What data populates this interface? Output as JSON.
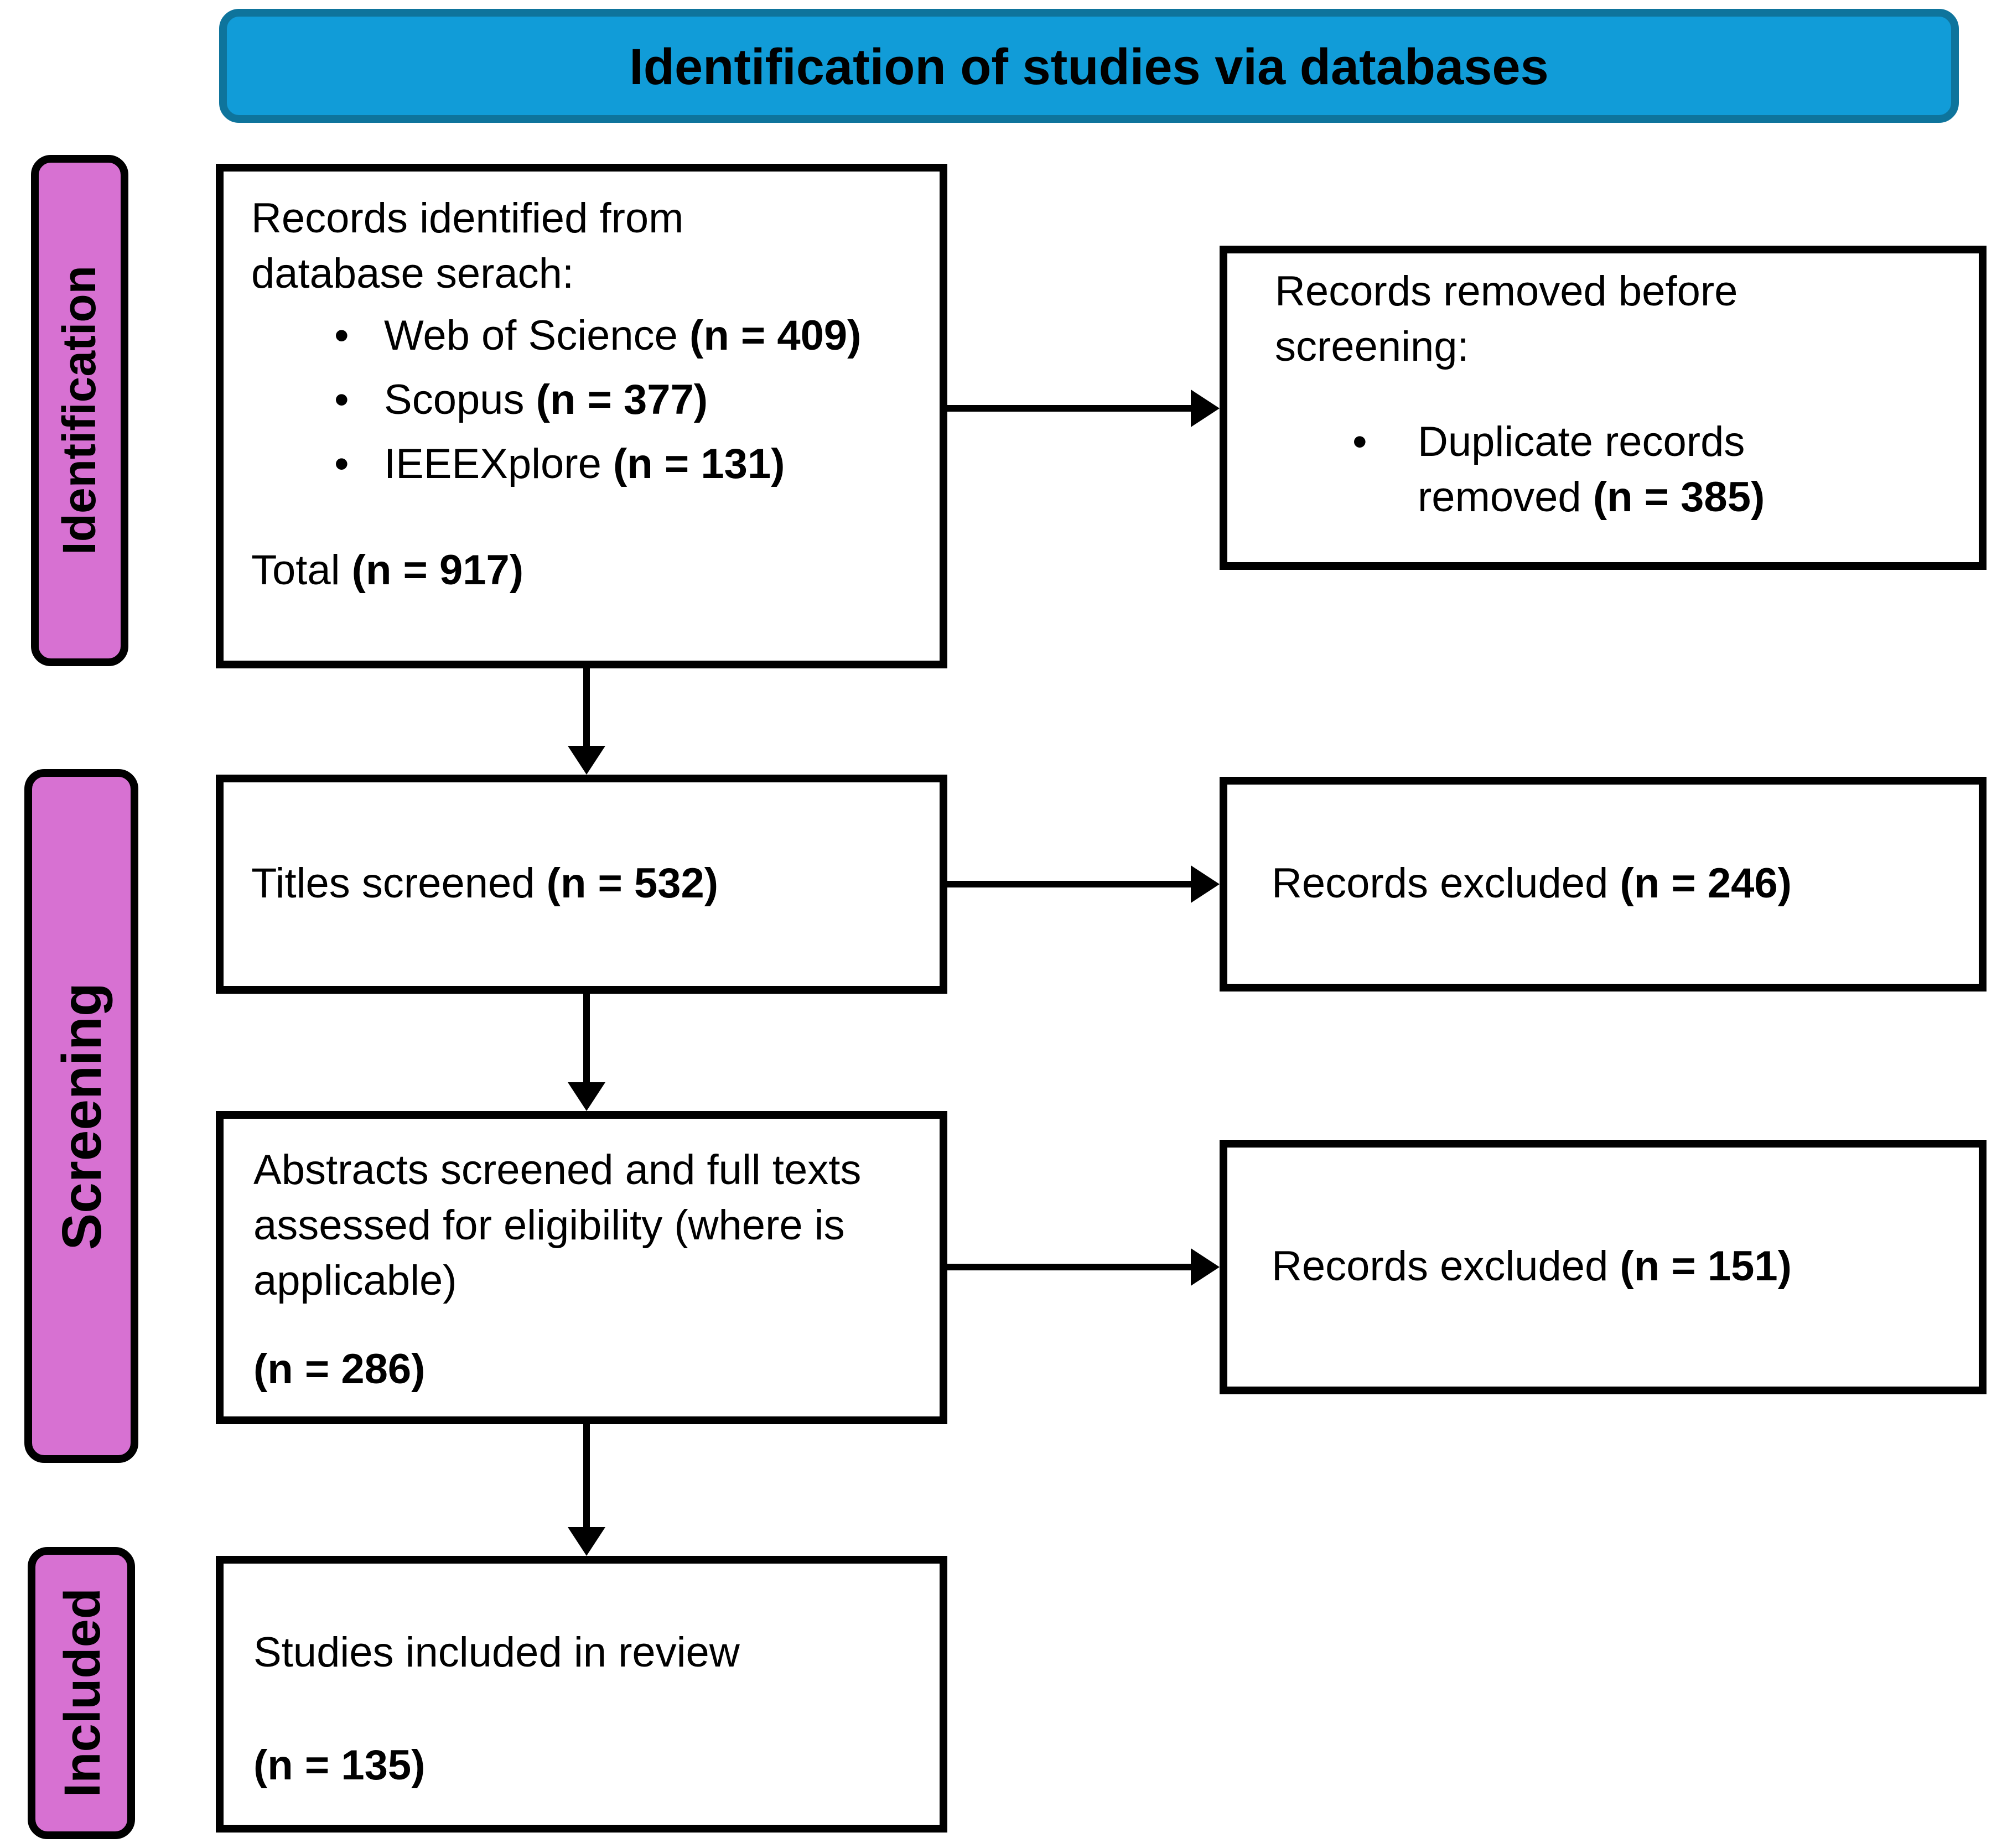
{
  "title": "Identification of studies via databases",
  "stage_labels": {
    "identification": "Identification",
    "screening": "Screening",
    "included": "Included"
  },
  "boxes": {
    "records_identified": {
      "line1": "Records identified from",
      "line2": "database serach:",
      "bullet_glyph": "•",
      "sources": [
        {
          "name": "Web of Science ",
          "count": "(n = 409)"
        },
        {
          "name": "Scopus ",
          "count": "(n = 377)"
        },
        {
          "name": "IEEEXplore ",
          "count": "(n = 131)"
        }
      ],
      "total_label": "Total ",
      "total_count": "(n = 917)"
    },
    "records_removed": {
      "line1": "Records removed before",
      "line2": "screening:",
      "bullet_glyph": "•",
      "bullet_text": "Duplicate records removed ",
      "bullet_count": "(n = 385)"
    },
    "titles_screened": {
      "text": "Titles screened ",
      "count": "(n = 532)"
    },
    "records_excluded_titles": {
      "text": "Records excluded ",
      "count": "(n = 246)"
    },
    "abstracts_screened": {
      "line1": "Abstracts screened and full texts",
      "line2": "assessed for eligibility (where is",
      "line3": "applicable)",
      "count": "(n = 286)"
    },
    "records_excluded_abstracts": {
      "text": "Records excluded ",
      "count": "(n = 151)"
    },
    "studies_included": {
      "text": "Studies included in review",
      "count": "(n = 135)"
    }
  },
  "colors": {
    "header_fill": "#119CD8",
    "header_border": "#0E749C",
    "stage_fill": "#D771D2",
    "box_border": "#000000"
  }
}
